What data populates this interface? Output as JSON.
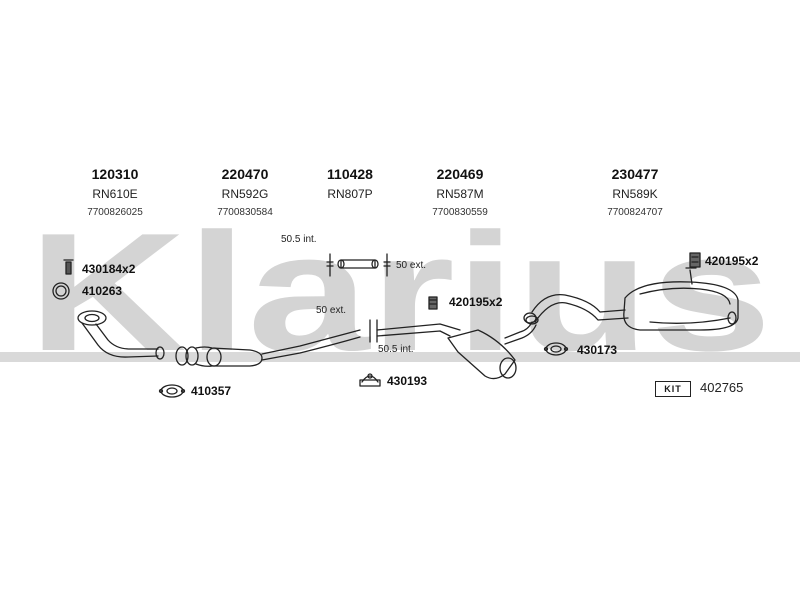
{
  "brand": {
    "watermark": "Klarius"
  },
  "parts": [
    {
      "number": "120310",
      "ref": "RN610E",
      "oem": "7700826025"
    },
    {
      "number": "220470",
      "ref": "RN592G",
      "oem": "7700830584"
    },
    {
      "number": "110428",
      "ref": "RN807P",
      "oem": ""
    },
    {
      "number": "220469",
      "ref": "RN587M",
      "oem": "7700830559"
    },
    {
      "number": "230477",
      "ref": "RN589K",
      "oem": "7700824707"
    }
  ],
  "accessories": {
    "a430184": "430184x2",
    "a410263": "410263",
    "a420195_mid": "420195x2",
    "a420195_rear": "420195x2",
    "a430173": "430173",
    "a430193": "430193",
    "a410357": "410357"
  },
  "dimensions": {
    "d1": "50.5 int.",
    "d2": "50 ext.",
    "d3": "50 ext.",
    "d4": "50.5 int."
  },
  "kit": {
    "label": "KIT",
    "number": "402765"
  }
}
